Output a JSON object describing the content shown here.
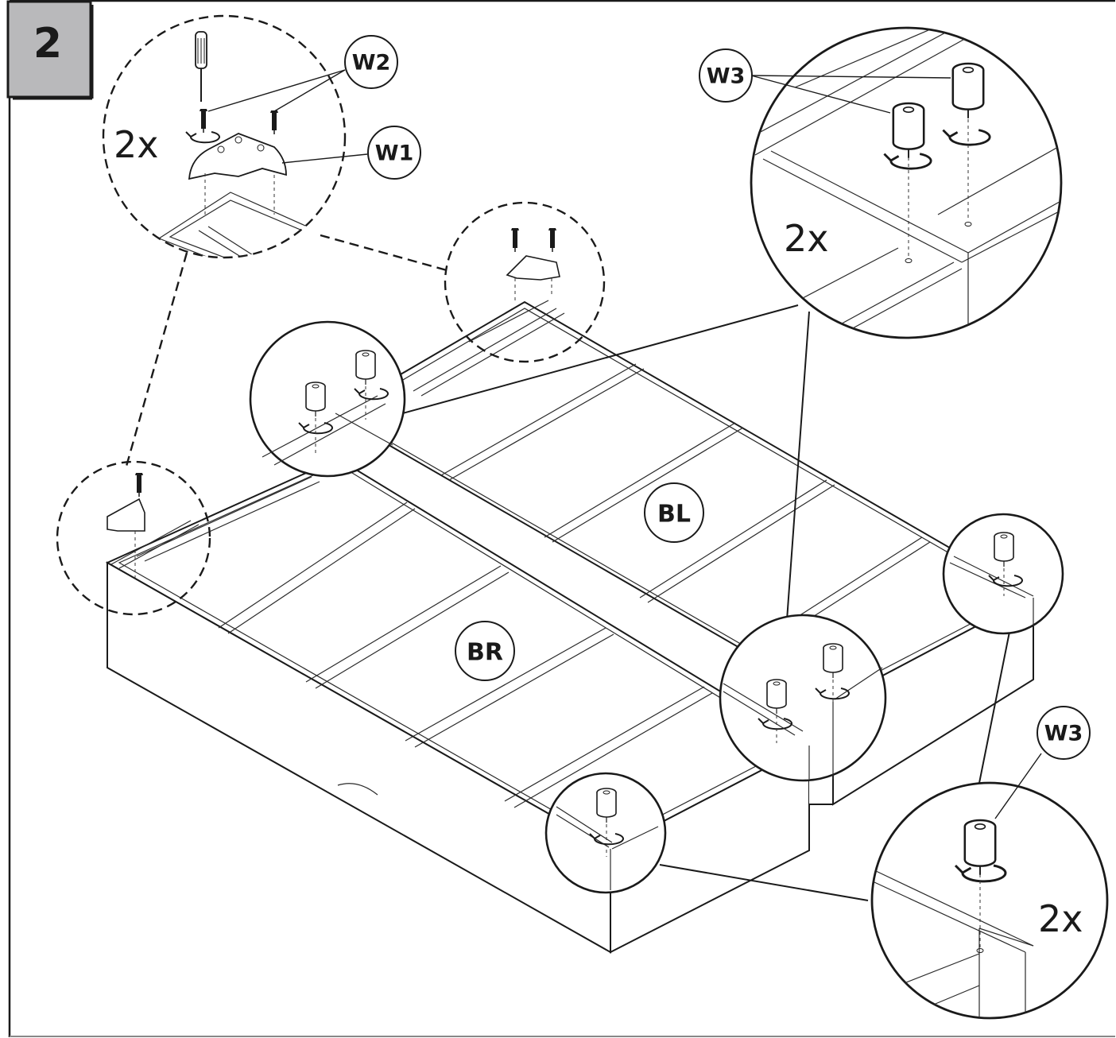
{
  "step": {
    "number": "2"
  },
  "labels": {
    "w1": "W1",
    "w2": "W2",
    "w3_top": "W3",
    "w3_bottom": "W3",
    "bl": "BL",
    "br": "BR"
  },
  "multipliers": {
    "bracket_detail": "2x",
    "foot_detail_top": "2x",
    "foot_detail_bottom": "2x"
  },
  "colors": {
    "step_badge_bg": "#b9b9bb",
    "line": "#1a1a1a",
    "background": "#ffffff"
  },
  "icons": [
    "screwdriver-icon",
    "screw-icon",
    "corner-bracket-icon",
    "foot-glide-icon",
    "rotate-arrow-icon"
  ]
}
